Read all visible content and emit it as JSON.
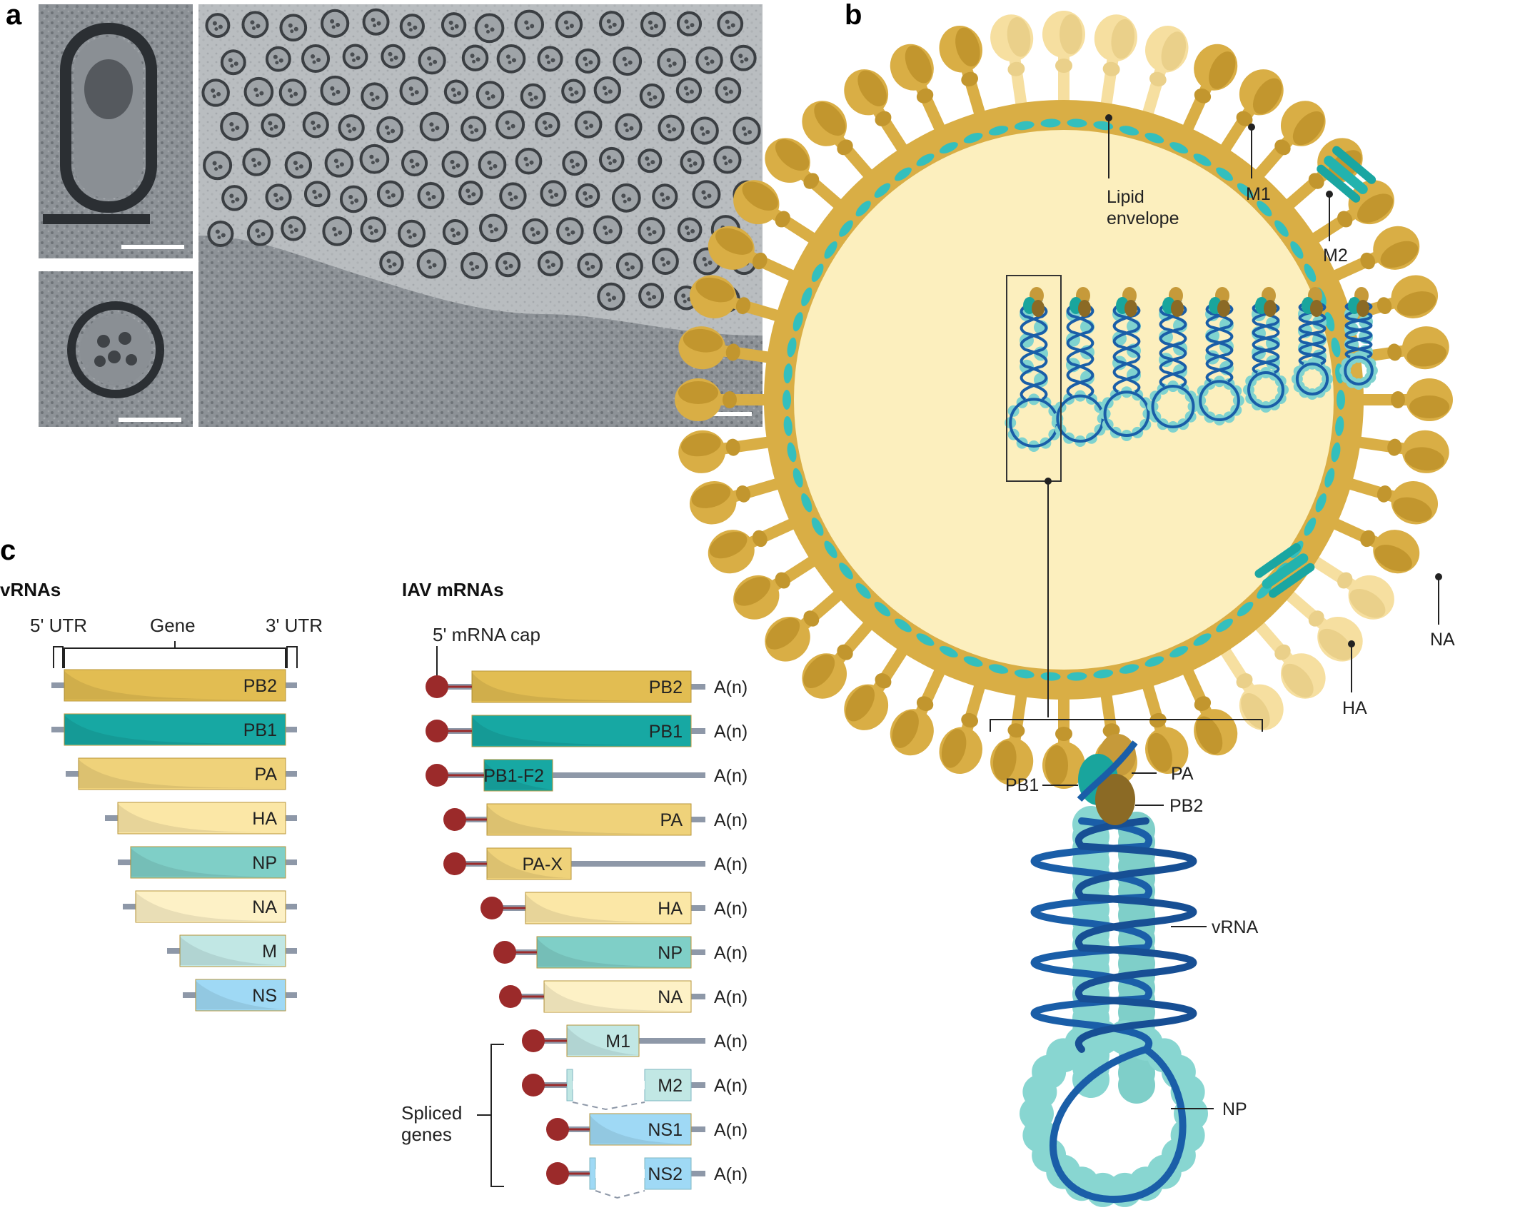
{
  "panels": {
    "a": "a",
    "b": "b",
    "c": "c"
  },
  "virion_labels": {
    "lipid_envelope_line1": "Lipid",
    "lipid_envelope_line2": "envelope",
    "m1": "M1",
    "m2": "M2",
    "na": "NA",
    "ha": "HA"
  },
  "rnp_labels": {
    "pa": "PA",
    "pb1": "PB1",
    "pb2": "PB2",
    "vrna": "vRNA",
    "np": "NP"
  },
  "vrnas": {
    "title": "vRNAs",
    "utr5": "5' UTR",
    "gene": "Gene",
    "utr3": "3' UTR",
    "segments": [
      {
        "name": "PB2",
        "color": "#e2bd52"
      },
      {
        "name": "PB1",
        "color": "#17a8a3"
      },
      {
        "name": "PA",
        "color": "#efd27a"
      },
      {
        "name": "HA",
        "color": "#fbe7a6"
      },
      {
        "name": "NP",
        "color": "#7fcfc7"
      },
      {
        "name": "NA",
        "color": "#fdf1c6"
      },
      {
        "name": "M",
        "color": "#c1e7e4"
      },
      {
        "name": "NS",
        "color": "#9fd9f5"
      }
    ]
  },
  "mrnas": {
    "title": "IAV mRNAs",
    "cap_label": "5' mRNA cap",
    "poly_a": "A(n)",
    "spliced_line1": "Spliced",
    "spliced_line2": "genes",
    "items": [
      {
        "name": "PB2",
        "color": "#e2bd52"
      },
      {
        "name": "PB1",
        "color": "#17a8a3"
      },
      {
        "name": "PB1-F2",
        "color": "#17a8a3"
      },
      {
        "name": "PA",
        "color": "#efd27a"
      },
      {
        "name": "PA-X",
        "color": "#efd27a"
      },
      {
        "name": "HA",
        "color": "#fbe7a6"
      },
      {
        "name": "NP",
        "color": "#7fcfc7"
      },
      {
        "name": "NA",
        "color": "#fdf1c6"
      },
      {
        "name": "M1",
        "color": "#c1e7e4"
      },
      {
        "name": "M2",
        "color": "#c1e7e4"
      },
      {
        "name": "NS1",
        "color": "#9fd9f5"
      },
      {
        "name": "NS2",
        "color": "#9fd9f5"
      }
    ]
  },
  "colors": {
    "envelope": "#d9ae45",
    "interior": "#fcefbe",
    "m1": "#34bfbd",
    "helix": "#1a5ea8",
    "np_bead": "#7fd3cf",
    "cap": "#9b2a2a",
    "utr": "#8e98a8"
  }
}
